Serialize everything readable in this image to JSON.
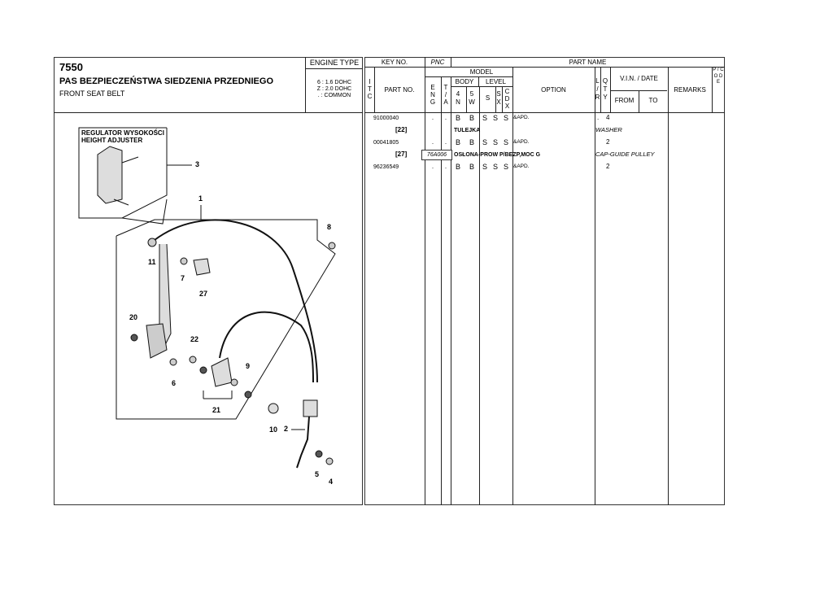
{
  "header": {
    "code": "7550",
    "title_pl": "PAS BEZPIECZEŃSTWA SIEDZENIA PRZEDNIEGO",
    "title_en": "FRONT SEAT BELT",
    "engine_type_label": "ENGINE TYPE",
    "engine_types": [
      "6 : 1.6 DOHC",
      "Z : 2.0 DOHC",
      ". : COMMON"
    ]
  },
  "diagram": {
    "inset_title_pl": "REGULATOR WYSOKOŚCI",
    "inset_title_en": "HEIGHT ADJUSTER",
    "callouts": [
      "3",
      "1",
      "8",
      "11",
      "7",
      "27",
      "20",
      "22",
      "6",
      "9",
      "21",
      "10",
      "2",
      "5",
      "4"
    ]
  },
  "table_header": {
    "key_no": "KEY NO.",
    "pnc": "PNC",
    "part_name": "PART NAME",
    "itc": "I T C",
    "part_no": "PART NO.",
    "model": "MODEL",
    "body": "BODY",
    "level": "LEVEL",
    "eng": "E N G",
    "ta": "T / A",
    "c4n": "4 N",
    "c5w": "5 W",
    "s": "S",
    "sx": "S X",
    "cdx": "C D X",
    "option": "OPTION",
    "lr": "L / R",
    "qty": "Q T Y",
    "vin_date": "V.I.N. / DATE",
    "from": "FROM",
    "to": "TO",
    "remarks": "REMARKS",
    "pcode": "P / C O D E"
  },
  "rows": [
    {
      "type": "part",
      "part_no": "91000040",
      "eng": ".",
      "ta": ".",
      "c4n": "B",
      "c5w": "B",
      "s": "S",
      "sx": "S",
      "cdx": "S",
      "option": "&APD.",
      "lr": ".",
      "qty": "4"
    },
    {
      "type": "name",
      "key": "[22]",
      "pnc": "",
      "name_pl": "TULEJKA",
      "name_en": "WASHER"
    },
    {
      "type": "part",
      "part_no": "00041805",
      "eng": ".",
      "ta": ".",
      "c4n": "B",
      "c5w": "B",
      "s": "S",
      "sx": "S",
      "cdx": "S",
      "option": "&APD.",
      "lr": "",
      "qty": "2"
    },
    {
      "type": "name",
      "key": "[27]",
      "pnc": "76A006",
      "name_pl": "OSŁONA-PROW P/BEZP,MOC G",
      "name_en": "CAP-GUIDE PULLEY"
    },
    {
      "type": "part",
      "part_no": "96236549",
      "eng": ".",
      "ta": ".",
      "c4n": "B",
      "c5w": "B",
      "s": "S",
      "sx": "S",
      "cdx": "S",
      "option": "&APD.",
      "lr": "",
      "qty": "2"
    }
  ]
}
